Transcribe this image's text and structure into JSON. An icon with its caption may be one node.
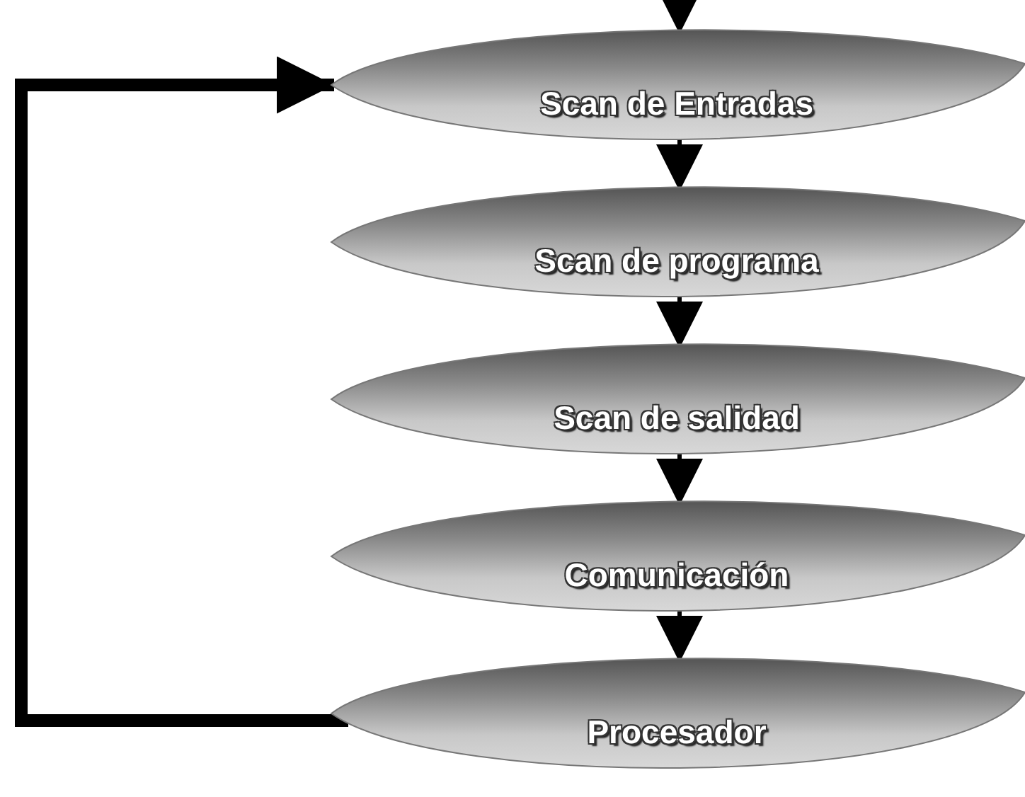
{
  "diagram": {
    "nodes": [
      {
        "text": [
          "Scan de Entradas"
        ]
      },
      {
        "text": [
          "Scan de programa"
        ]
      },
      {
        "text": [
          "Scan de salidad"
        ]
      },
      {
        "text": [
          "Comunicación"
        ]
      },
      {
        "text": [
          "Procesador"
        ]
      }
    ],
    "edges": [
      {
        "from": null,
        "to": 0,
        "arrow": "to"
      },
      {
        "from": 0,
        "to": 1,
        "arrow": "to"
      },
      {
        "from": 1,
        "to": 2,
        "arrow": "to"
      },
      {
        "from": 2,
        "to": 3,
        "arrow": "to"
      },
      {
        "from": 3,
        "to": 4,
        "arrow": "to"
      },
      {
        "from": 4,
        "to": 0,
        "arrow": "to",
        "style": "thick"
      }
    ]
  }
}
